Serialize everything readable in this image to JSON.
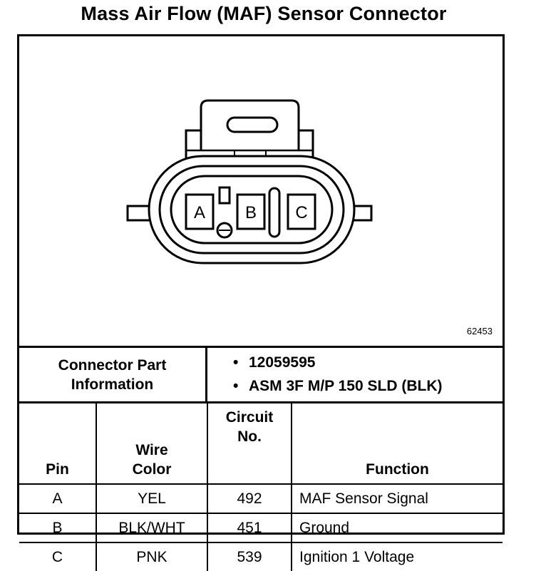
{
  "title": "Mass Air Flow (MAF) Sensor Connector",
  "diagram": {
    "reference_number": "62453",
    "pin_labels": [
      "A",
      "B",
      "C"
    ]
  },
  "connector_part_information": {
    "label_line1": "Connector Part",
    "label_line2": "Information",
    "items": [
      "12059595",
      "ASM 3F M/P 150 SLD (BLK)"
    ]
  },
  "pin_table": {
    "headers": {
      "pin": "Pin",
      "wire_color_line1": "Wire",
      "wire_color_line2": "Color",
      "circuit_line1": "Circuit",
      "circuit_line2": "No.",
      "function": "Function"
    },
    "rows": [
      {
        "pin": "A",
        "wire_color": "YEL",
        "circuit": "492",
        "function": "MAF Sensor Signal"
      },
      {
        "pin": "B",
        "wire_color": "BLK/WHT",
        "circuit": "451",
        "function": "Ground"
      },
      {
        "pin": "C",
        "wire_color": "PNK",
        "circuit": "539",
        "function": "Ignition 1 Voltage"
      }
    ]
  }
}
